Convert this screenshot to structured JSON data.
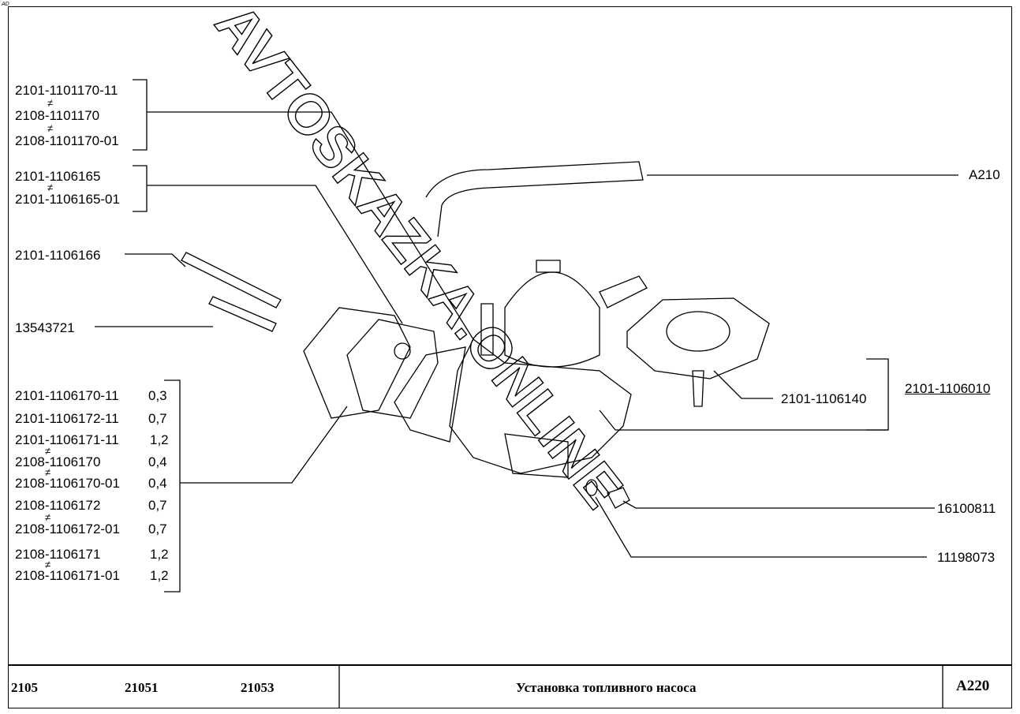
{
  "corner_mark": "AD",
  "watermark": "AVTOSKAZKA.ONLINE",
  "callouts_left": {
    "group1": [
      "2101-1101170-11",
      "2108-1101170",
      "2108-1101170-01"
    ],
    "group2": [
      "2101-1106165",
      "2101-1106165-01"
    ],
    "rod": "2101-1106166",
    "stud": "13543721",
    "gaskets": [
      {
        "part": "2101-1106170-11",
        "thickness": "0,3"
      },
      {
        "part": "2101-1106172-11",
        "thickness": "0,7"
      },
      {
        "part": "2101-1106171-11",
        "thickness": "1,2"
      },
      {
        "part": "2108-1106170",
        "thickness": "0,4"
      },
      {
        "part": "2108-1106170-01",
        "thickness": "0,4"
      },
      {
        "part": "2108-1106172",
        "thickness": "0,7"
      },
      {
        "part": "2108-1106172-01",
        "thickness": "0,7"
      },
      {
        "part": "2108-1106171",
        "thickness": "1,2"
      },
      {
        "part": "2108-1106171-01",
        "thickness": "1,2"
      }
    ],
    "not_equal_symbol": "≠"
  },
  "callouts_right": {
    "hose": "A210",
    "cover": "2101-1106140",
    "pump_assembly": "2101-1106010",
    "nut": "16100811",
    "washer": "11198073"
  },
  "title_block": {
    "models": [
      "2105",
      "21051",
      "21053"
    ],
    "title": "Установка топливного насоса",
    "code": "A220"
  }
}
